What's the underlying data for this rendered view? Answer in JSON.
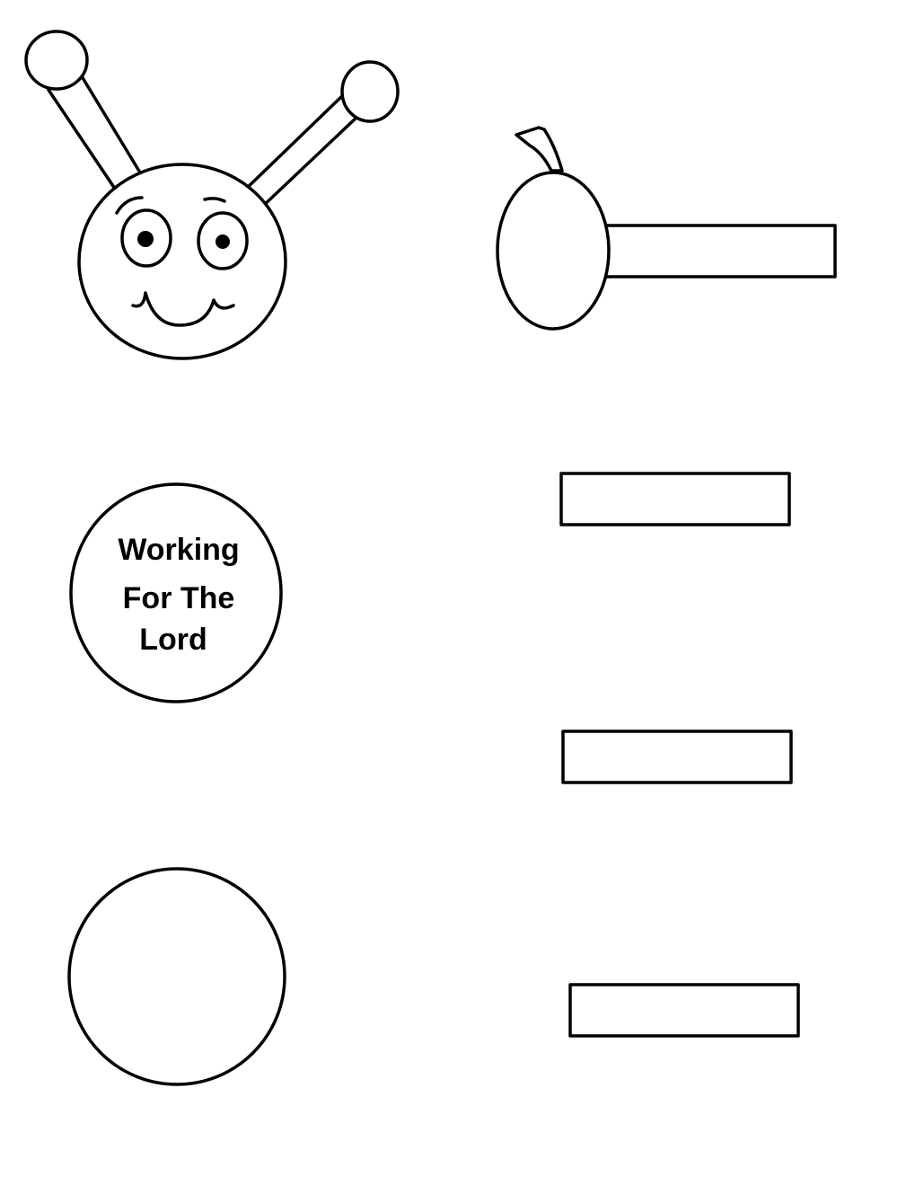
{
  "colors": {
    "ink": "#000000",
    "paper": "#ffffff"
  },
  "body_circle": {
    "line1": "Working",
    "line2": "For The",
    "line3": "Lord"
  }
}
